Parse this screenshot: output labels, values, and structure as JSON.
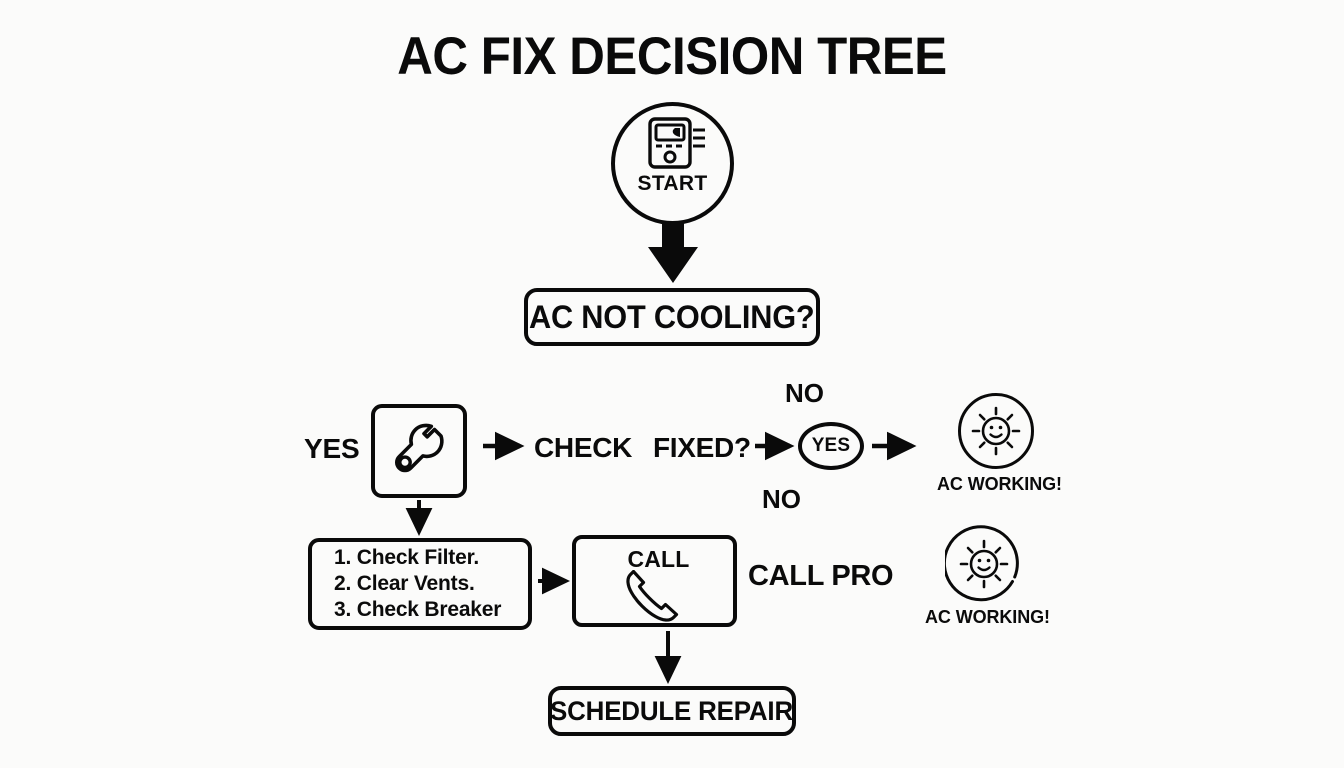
{
  "diagram": {
    "title": "AC FIX DECISION TREE",
    "background_color": "#fbfbfa",
    "stroke_color": "#0a0a0a",
    "nodes": {
      "start": {
        "label": "START",
        "icon": "thermostat-icon",
        "shape": "circle"
      },
      "question": {
        "label": "AC NOT COOLING?",
        "shape": "rounded-rectangle"
      },
      "yes_branch_label": "YES",
      "wrench": {
        "icon": "wrench-icon",
        "shape": "rounded-square"
      },
      "check_label": "CHECK",
      "fixed_question": "FIXED?",
      "fixed_yes": "YES",
      "no_label_top": "NO",
      "no_label_bottom": "NO",
      "checklist": {
        "items": [
          "1. Check Filter.",
          "2. Clear Vents.",
          "3. Check Breaker"
        ],
        "shape": "rounded-rectangle"
      },
      "call": {
        "label": "CALL",
        "icon": "phone-icon",
        "shape": "rounded-rectangle"
      },
      "call_pro_label": "CALL PRO",
      "schedule": {
        "label": "SCHEDULE REPAIR",
        "shape": "rounded-rectangle"
      },
      "result_top": {
        "caption": "AC WORKING!",
        "icon": "sun-smiley-icon"
      },
      "result_bottom": {
        "caption": "AC WORKING!",
        "icon": "sun-smiley-icon"
      }
    }
  }
}
